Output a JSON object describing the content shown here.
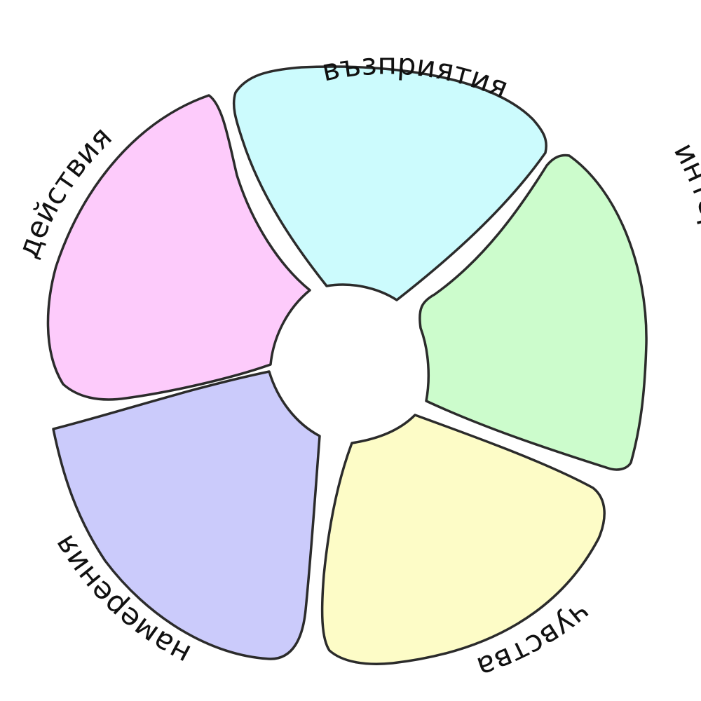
{
  "wheel": {
    "segments": [
      {
        "id": "perception",
        "label": "възприятия",
        "color": "#ccfbfd"
      },
      {
        "id": "interpretation",
        "label": "интерпретация",
        "color": "#ccfccc"
      },
      {
        "id": "feelings",
        "label": "чувства",
        "color": "#fdfcc7"
      },
      {
        "id": "intentions",
        "label": "намерения",
        "color": "#cbcbfb"
      },
      {
        "id": "actions",
        "label": "действия",
        "color": "#fdcbfb"
      }
    ]
  }
}
